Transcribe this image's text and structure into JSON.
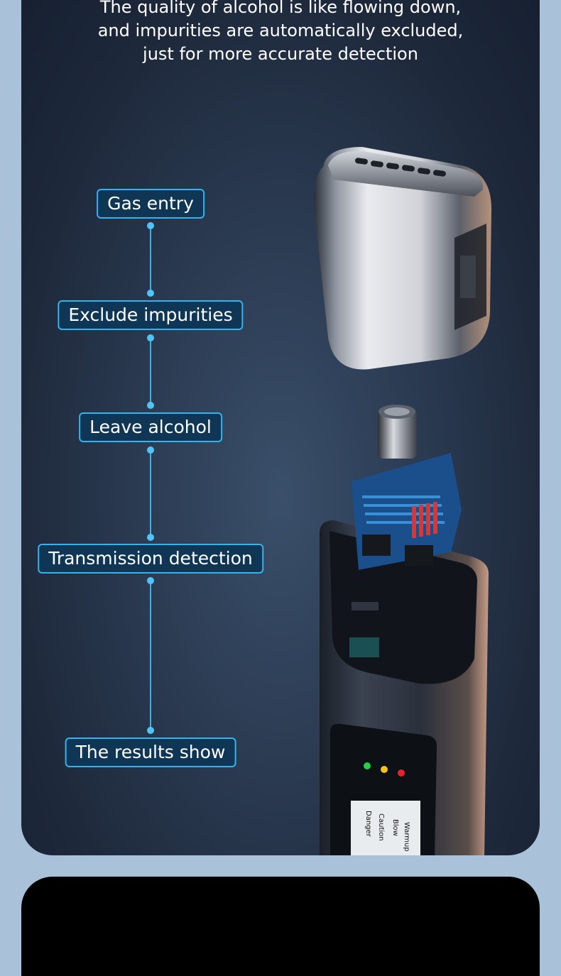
{
  "headline": {
    "line1": "The quality of alcohol is like flowing down,",
    "line2": "and impurities are automatically excluded,",
    "line3": "just for more accurate detection"
  },
  "flow_steps": [
    {
      "label": "Gas entry"
    },
    {
      "label": "Exclude impurities"
    },
    {
      "label": "Leave alcohol"
    },
    {
      "label": "Transmission detection"
    },
    {
      "label": "The results show"
    }
  ],
  "device_screen": {
    "line1": "Warmup",
    "line2": "Blow",
    "line3": "Caution",
    "line4": "Danger"
  },
  "colors": {
    "accent": "#34b4ef",
    "label_bg": "#0f3655",
    "led_green": "#22d14a",
    "led_yellow": "#f4c21a",
    "led_red": "#e8232b"
  },
  "icons": [
    "mouthpiece-cap-image",
    "breathalyzer-device-image"
  ]
}
